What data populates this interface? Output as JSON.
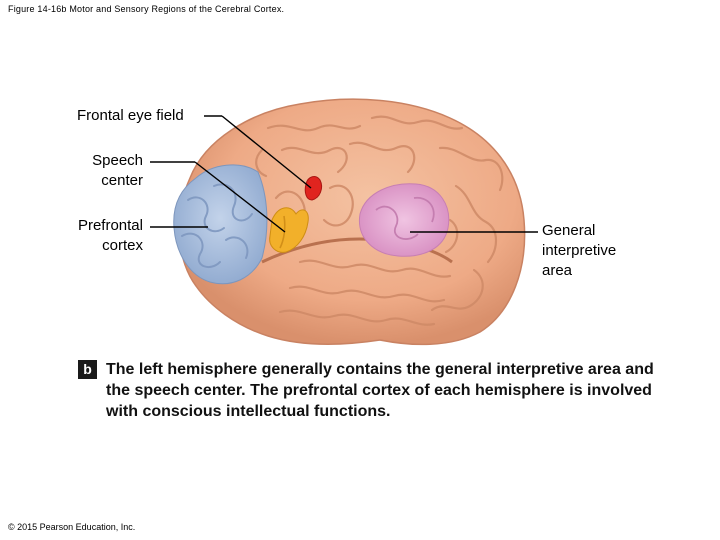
{
  "figure_title": "Figure 14-16b Motor and Sensory Regions of the Cerebral Cortex.",
  "labels": {
    "frontal_eye_field": "Frontal eye field",
    "speech_center_line1": "Speech",
    "speech_center_line2": "center",
    "prefrontal_line1": "Prefrontal",
    "prefrontal_line2": "cortex",
    "general_line1": "General",
    "general_line2": "interpretive",
    "general_line3": "area"
  },
  "caption": {
    "letter": "b",
    "text": "The left hemisphere generally contains the general interpretive area and the speech center. The prefrontal cortex of each hemisphere is involved with conscious intellectual functions."
  },
  "copyright": "© 2015 Pearson Education, Inc.",
  "colors": {
    "cortex": "#efb08e",
    "cortex_shadow": "#d98f6e",
    "prefrontal": "#a9bfdc",
    "speech": "#f2b02a",
    "frontal_eye": "#e0241f",
    "interpretive": "#e4a6cf"
  }
}
